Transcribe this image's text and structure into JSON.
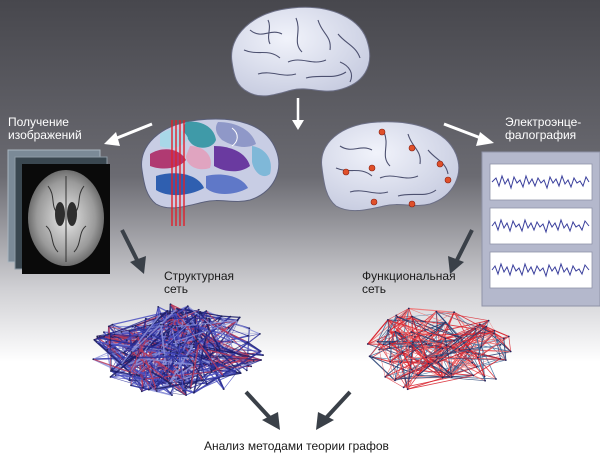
{
  "labels": {
    "imaging": [
      "Получение",
      "изображений"
    ],
    "eeg": [
      "Электроэнце-",
      "фалография"
    ],
    "structural": [
      "Структурная",
      "сеть"
    ],
    "functional": [
      "Функциональная",
      "сеть"
    ],
    "analysis": "Анализ методами теории графов"
  },
  "colors": {
    "bg_top": "#4a4a50",
    "bg_bottom": "#ffffff",
    "brain_fill": "#dfe3f0",
    "structural_net": "#2c2f9a",
    "functional_net_red": "#d8202a",
    "functional_net_blue": "#1e3a6e",
    "eeg_panel": "#b4b8cc",
    "eeg_trace": "#3a3f9c",
    "electrode": "#e0502a",
    "arrow_light": "#ffffff",
    "arrow_dark": "#3a4048"
  }
}
